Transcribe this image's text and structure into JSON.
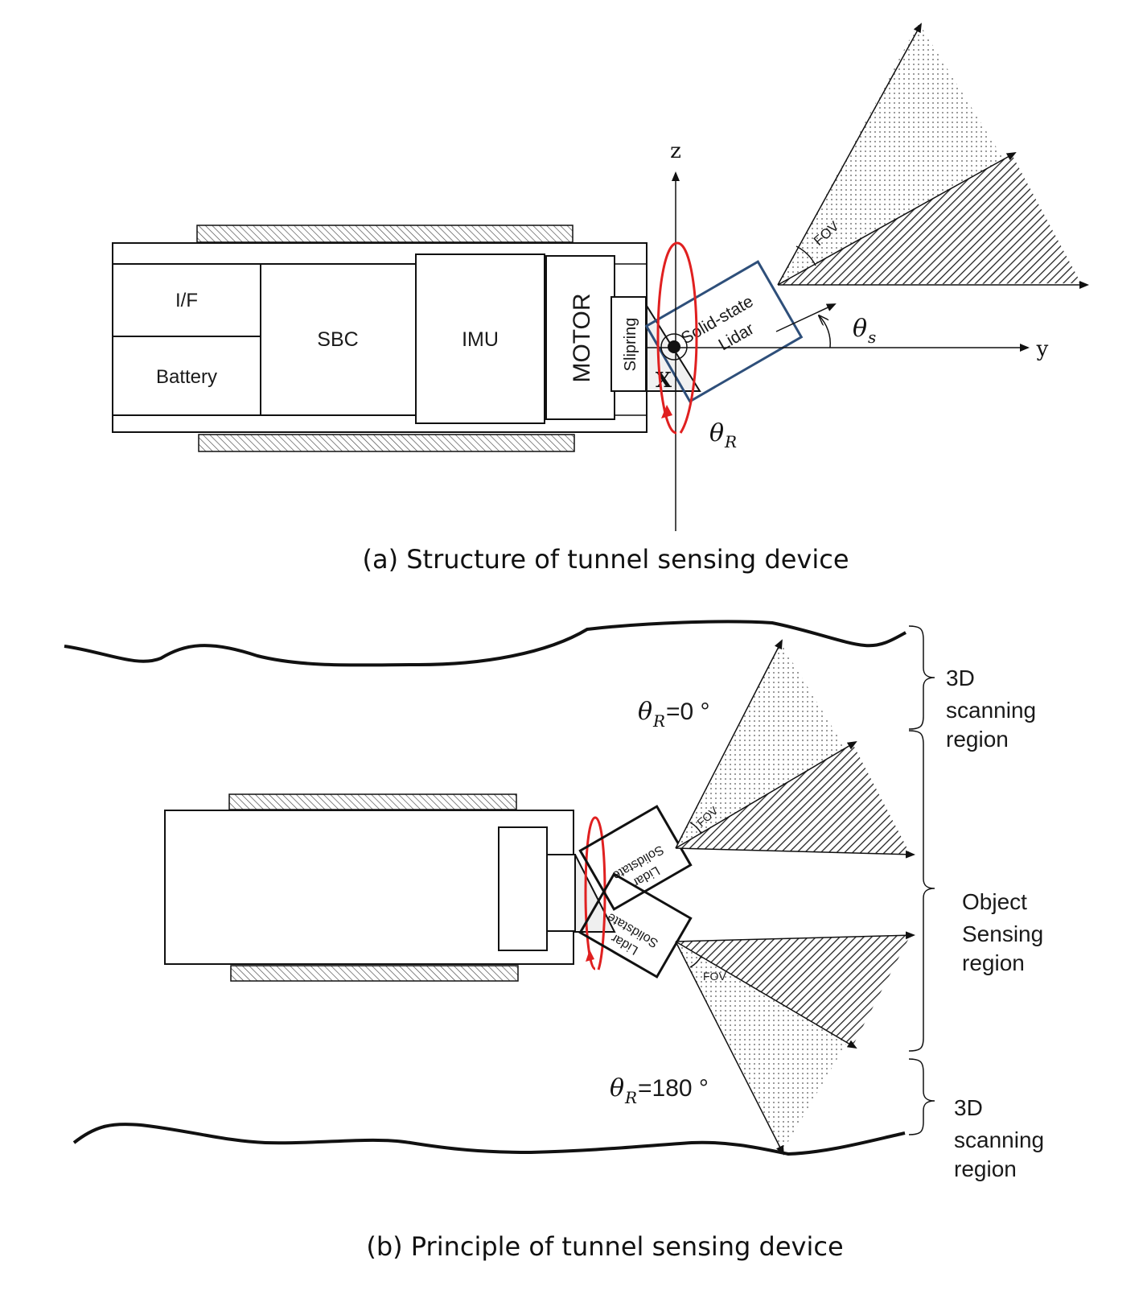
{
  "diagram_a": {
    "caption": "(a) Structure of tunnel sensing device",
    "components": {
      "if": "I/F",
      "battery": "Battery",
      "sbc": "SBC",
      "imu": "IMU",
      "motor": "MOTOR",
      "slipring": "Slipring",
      "lidar_line1": "Solid-state",
      "lidar_line2": "Lidar"
    },
    "axes": {
      "z": "z",
      "y": "y",
      "x": "X"
    },
    "angles": {
      "theta_s": "θ",
      "theta_s_sub": "s",
      "theta_r": "θ",
      "theta_r_sub": "R"
    },
    "fov": "FOV"
  },
  "diagram_b": {
    "caption": "(b) Principle of tunnel sensing device",
    "theta_top_symbol": "θ",
    "theta_top_sub": "R",
    "theta_top_value": "=0 °",
    "theta_bottom_symbol": "θ",
    "theta_bottom_sub": "R",
    "theta_bottom_value": "=180 °",
    "fov_top": "FOV",
    "fov_bottom": "FOV",
    "lidar_top_line1": "Solidstate",
    "lidar_top_line2": "Lidar",
    "lidar_bottom_line1": "Solidstate",
    "lidar_bottom_line2": "Lidar",
    "region_top": [
      "3D",
      "scanning",
      "region"
    ],
    "region_middle": [
      "Object",
      "Sensing",
      "region"
    ],
    "region_bottom": [
      "3D",
      "scanning",
      "region"
    ]
  },
  "colors": {
    "rotation_arrow": "#e02020",
    "lidar_frame_a": "#2e4f7a",
    "stroke": "#111111"
  }
}
